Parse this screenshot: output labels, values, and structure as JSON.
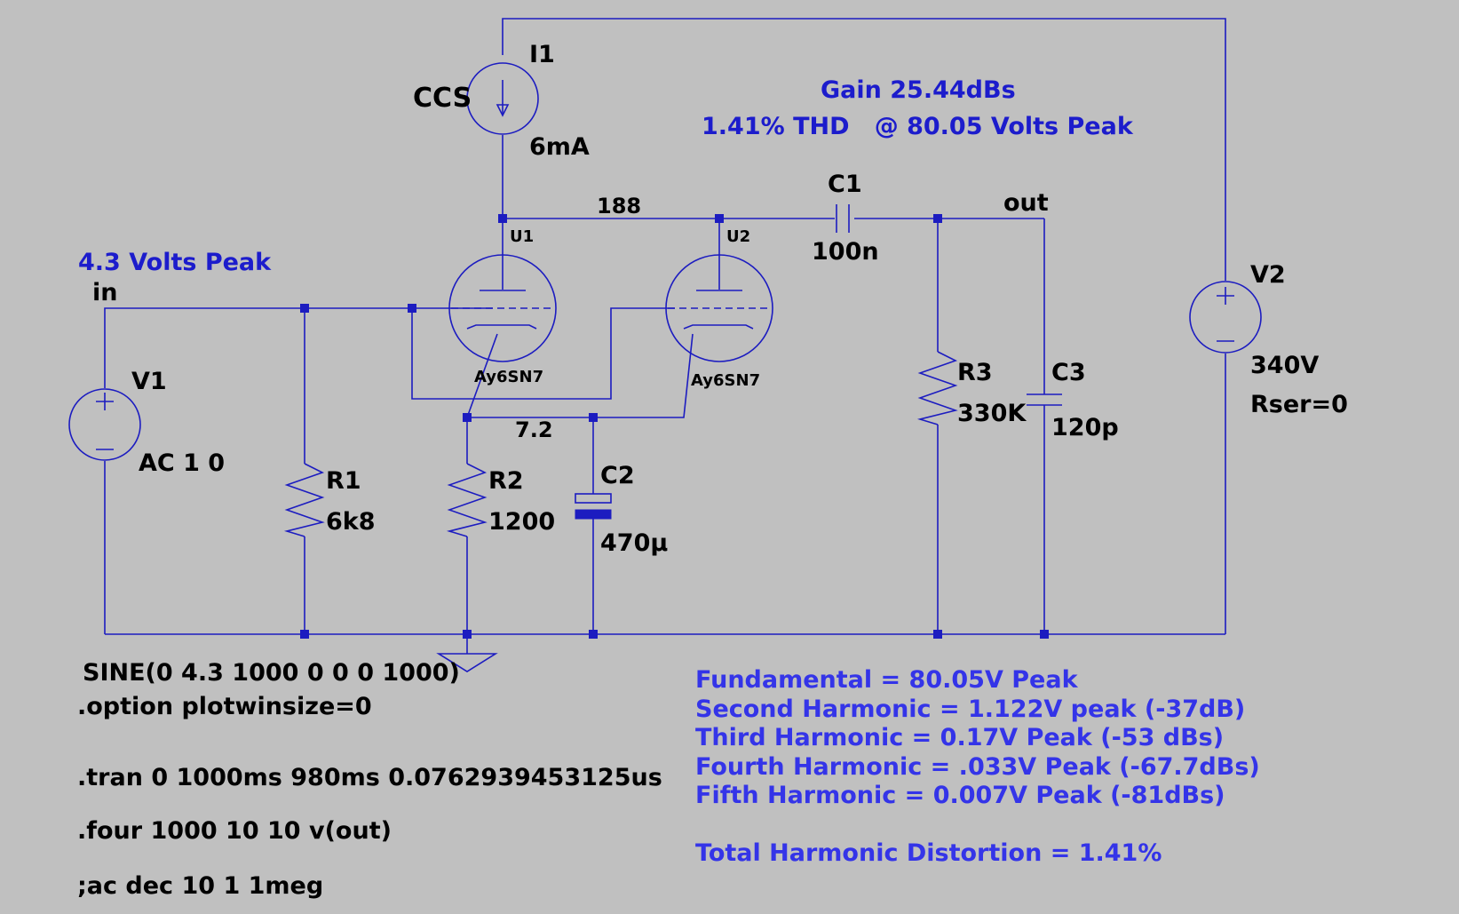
{
  "title_lines": {
    "gain": "Gain 25.44dBs",
    "thd": "1.41% THD   @ 80.05 Volts Peak"
  },
  "net_labels": {
    "in_amp": "4.3 Volts Peak",
    "in": "in",
    "out": "out",
    "plate_node": "188",
    "cathode_node": "7.2"
  },
  "components": {
    "i1": {
      "name": "I1",
      "alias": "CCS",
      "value": "6mA"
    },
    "u1": {
      "name": "U1",
      "model": "Ay6SN7"
    },
    "u2": {
      "name": "U2",
      "model": "Ay6SN7"
    },
    "c1": {
      "name": "C1",
      "value": "100n"
    },
    "c2": {
      "name": "C2",
      "value": "470µ"
    },
    "c3": {
      "name": "C3",
      "value": "120p"
    },
    "r1": {
      "name": "R1",
      "value": "6k8"
    },
    "r2": {
      "name": "R2",
      "value": "1200"
    },
    "r3": {
      "name": "R3",
      "value": "330K"
    },
    "v1": {
      "name": "V1",
      "value": "AC 1 0"
    },
    "v2": {
      "name": "V2",
      "value": "340V",
      "param": "Rser=0"
    }
  },
  "spice_directives": {
    "sine": "SINE(0 4.3 1000 0 0 0 1000)",
    "option": ".option plotwinsize=0",
    "tran": ".tran 0 1000ms 980ms 0.0762939453125us",
    "four": ".four 1000 10 10 v(out)",
    "ac": ";ac dec 10 1 1meg"
  },
  "harmonics": [
    "Fundamental = 80.05V Peak",
    "Second Harmonic = 1.122V peak (-37dB)",
    "Third Harmonic = 0.17V Peak (-53 dBs)",
    "Fourth Harmonic = .033V Peak (-67.7dBs)",
    "Fifth Harmonic = 0.007V Peak (-81dBs)"
  ],
  "total_thd": "Total Harmonic Distortion = 1.41%",
  "colors": {
    "background": "#c0c0c0",
    "wire": "#1c1cc0",
    "note_text": "#3434e8"
  }
}
